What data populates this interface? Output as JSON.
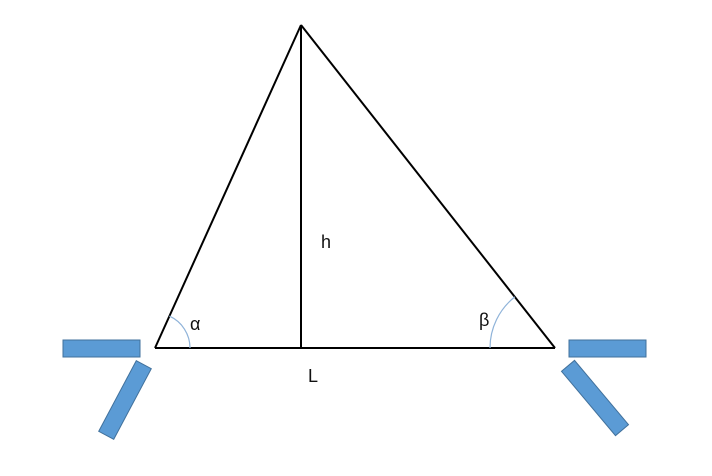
{
  "diagram": {
    "labels": {
      "height": "h",
      "baseline": "L",
      "angle_left": "α",
      "angle_right": "β"
    },
    "colors": {
      "line": "#000000",
      "angle_arc": "#8fb3d9",
      "mirror_fill": "#5b9bd5",
      "mirror_stroke": "#41719c"
    }
  }
}
